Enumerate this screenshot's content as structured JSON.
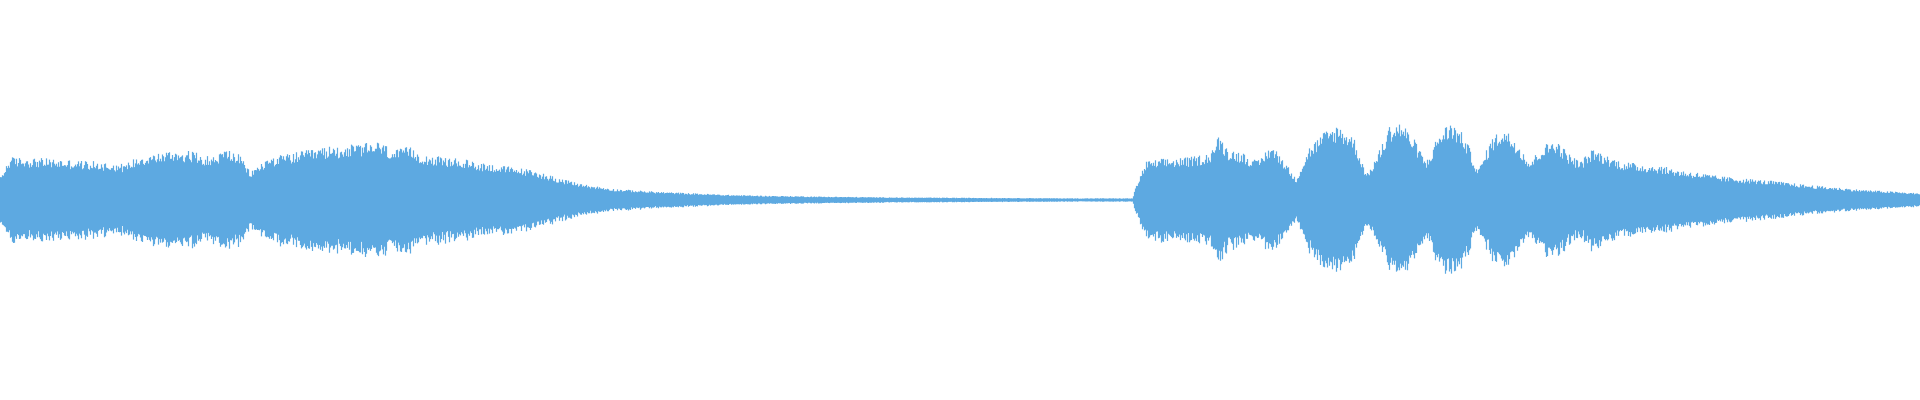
{
  "waveform": {
    "color": "#5DA9E1",
    "background": "#FFFFFF",
    "duration_fraction_samples": 240,
    "envelope_keypoints": [
      [
        0.0,
        0.27
      ],
      [
        0.005,
        0.5
      ],
      [
        0.02,
        0.49
      ],
      [
        0.035,
        0.47
      ],
      [
        0.05,
        0.45
      ],
      [
        0.065,
        0.42
      ],
      [
        0.072,
        0.52
      ],
      [
        0.08,
        0.54
      ],
      [
        0.09,
        0.58
      ],
      [
        0.1,
        0.57
      ],
      [
        0.11,
        0.5
      ],
      [
        0.118,
        0.6
      ],
      [
        0.125,
        0.52
      ],
      [
        0.13,
        0.33
      ],
      [
        0.14,
        0.5
      ],
      [
        0.155,
        0.56
      ],
      [
        0.17,
        0.62
      ],
      [
        0.185,
        0.65
      ],
      [
        0.198,
        0.68
      ],
      [
        0.205,
        0.58
      ],
      [
        0.213,
        0.62
      ],
      [
        0.22,
        0.54
      ],
      [
        0.23,
        0.5
      ],
      [
        0.24,
        0.48
      ],
      [
        0.25,
        0.44
      ],
      [
        0.262,
        0.4
      ],
      [
        0.275,
        0.36
      ],
      [
        0.285,
        0.3
      ],
      [
        0.295,
        0.23
      ],
      [
        0.305,
        0.18
      ],
      [
        0.32,
        0.13
      ],
      [
        0.34,
        0.1
      ],
      [
        0.36,
        0.08
      ],
      [
        0.38,
        0.06
      ],
      [
        0.4,
        0.05
      ],
      [
        0.43,
        0.04
      ],
      [
        0.47,
        0.03
      ],
      [
        0.52,
        0.025
      ],
      [
        0.56,
        0.02
      ],
      [
        0.59,
        0.02
      ],
      [
        0.592,
        0.18
      ],
      [
        0.597,
        0.45
      ],
      [
        0.605,
        0.48
      ],
      [
        0.62,
        0.5
      ],
      [
        0.63,
        0.55
      ],
      [
        0.635,
        0.75
      ],
      [
        0.64,
        0.6
      ],
      [
        0.648,
        0.55
      ],
      [
        0.655,
        0.45
      ],
      [
        0.662,
        0.65
      ],
      [
        0.668,
        0.5
      ],
      [
        0.675,
        0.25
      ],
      [
        0.682,
        0.62
      ],
      [
        0.69,
        0.8
      ],
      [
        0.697,
        0.88
      ],
      [
        0.705,
        0.75
      ],
      [
        0.712,
        0.3
      ],
      [
        0.718,
        0.55
      ],
      [
        0.724,
        0.88
      ],
      [
        0.73,
        0.92
      ],
      [
        0.737,
        0.7
      ],
      [
        0.743,
        0.45
      ],
      [
        0.75,
        0.8
      ],
      [
        0.756,
        0.92
      ],
      [
        0.763,
        0.75
      ],
      [
        0.77,
        0.35
      ],
      [
        0.777,
        0.72
      ],
      [
        0.783,
        0.85
      ],
      [
        0.79,
        0.7
      ],
      [
        0.797,
        0.45
      ],
      [
        0.803,
        0.62
      ],
      [
        0.81,
        0.72
      ],
      [
        0.817,
        0.55
      ],
      [
        0.823,
        0.45
      ],
      [
        0.83,
        0.6
      ],
      [
        0.837,
        0.52
      ],
      [
        0.845,
        0.45
      ],
      [
        0.855,
        0.42
      ],
      [
        0.865,
        0.4
      ],
      [
        0.875,
        0.35
      ],
      [
        0.885,
        0.32
      ],
      [
        0.895,
        0.28
      ],
      [
        0.91,
        0.25
      ],
      [
        0.925,
        0.22
      ],
      [
        0.94,
        0.18
      ],
      [
        0.955,
        0.15
      ],
      [
        0.97,
        0.12
      ],
      [
        0.985,
        0.1
      ],
      [
        1.0,
        0.08
      ]
    ]
  }
}
